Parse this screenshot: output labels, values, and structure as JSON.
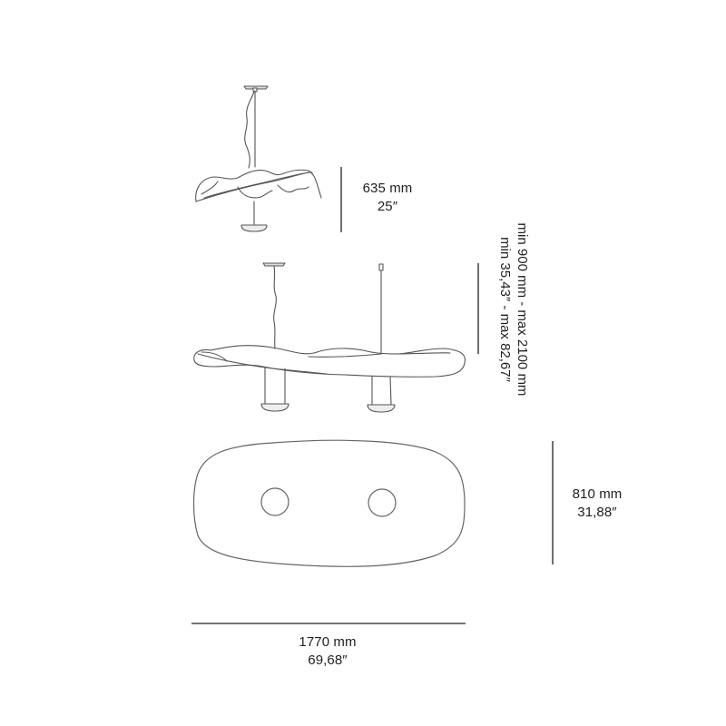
{
  "drawing": {
    "title": "Pendant lamp dimension drawing",
    "line_color": "#555555",
    "dimension_line_color": "#222222",
    "views": [
      {
        "name": "single-suspension-side-view",
        "description": "single pendant with wavy shade"
      },
      {
        "name": "double-suspension-side-view",
        "description": "long pendant with two suspensions"
      },
      {
        "name": "top-view",
        "description": "rounded rectangular shade with two circular diffusers"
      }
    ]
  },
  "dimensions": {
    "single_height": {
      "mm": "635 mm",
      "inch": "25″"
    },
    "suspension_length": {
      "mm": "min 900 mm - max 2100 mm",
      "inch": "min 35,43″ - max 82,67″"
    },
    "depth": {
      "mm": "810 mm",
      "inch": "31,88″"
    },
    "length": {
      "mm": "1770 mm",
      "inch": "69,68″"
    }
  }
}
